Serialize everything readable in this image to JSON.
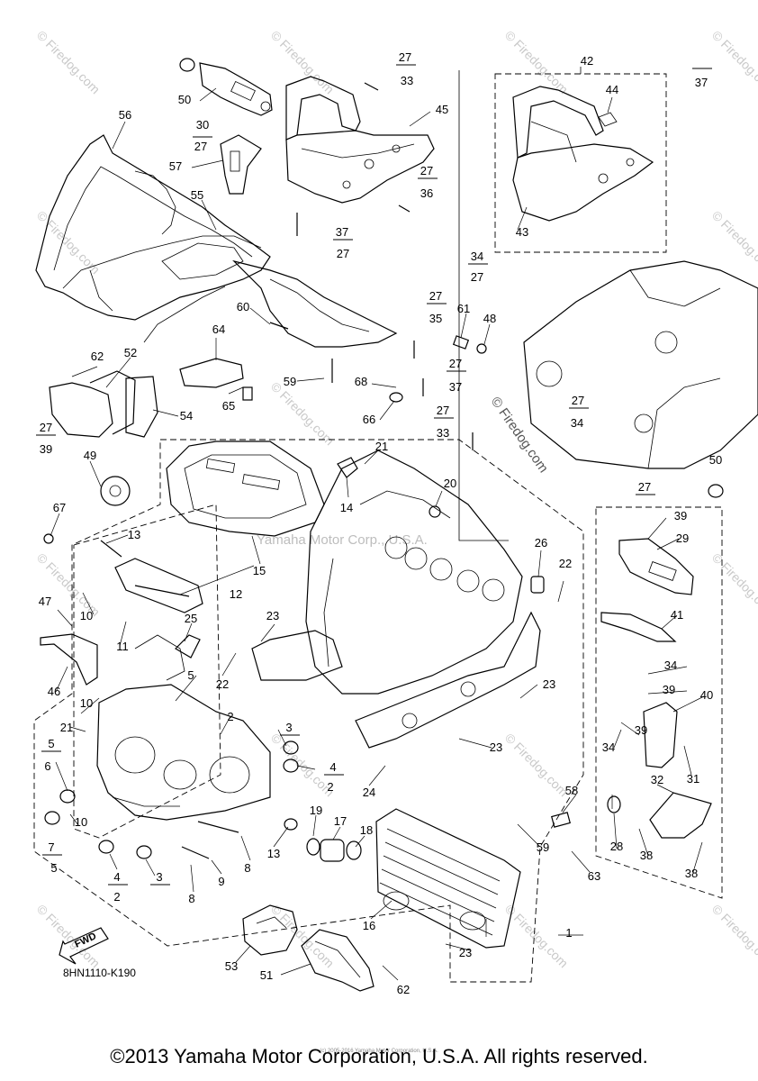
{
  "diagram": {
    "drawing_code": "8HN1110-K190",
    "fwd_label": "FWD",
    "watermark_text": "© Firedog.com",
    "center_watermark": "Yamaha Motor Corp., U.S.A.",
    "footer": "©2013 Yamaha Motor Corporation, U.S.A. All rights reserved.",
    "small_copyright": "(c) 2005-2016 Yamaha Motor Corporation, U.S.A."
  },
  "callouts": [
    {
      "id": "1",
      "text": "1"
    },
    {
      "id": "2a",
      "text": "2"
    },
    {
      "id": "2b",
      "text": "2"
    },
    {
      "id": "2c",
      "text": "2"
    },
    {
      "id": "3a",
      "text": "3"
    },
    {
      "id": "3b",
      "text": "3"
    },
    {
      "id": "4a",
      "text": "4"
    },
    {
      "id": "4b",
      "text": "4"
    },
    {
      "id": "5a",
      "text": "5"
    },
    {
      "id": "5b",
      "text": "5"
    },
    {
      "id": "5c",
      "text": "5"
    },
    {
      "id": "6",
      "text": "6"
    },
    {
      "id": "7",
      "text": "7"
    },
    {
      "id": "8a",
      "text": "8"
    },
    {
      "id": "8b",
      "text": "8"
    },
    {
      "id": "9",
      "text": "9"
    },
    {
      "id": "10a",
      "text": "10"
    },
    {
      "id": "10b",
      "text": "10"
    },
    {
      "id": "10c",
      "text": "10"
    },
    {
      "id": "11",
      "text": "11"
    },
    {
      "id": "12",
      "text": "12"
    },
    {
      "id": "13a",
      "text": "13"
    },
    {
      "id": "13b",
      "text": "13"
    },
    {
      "id": "14",
      "text": "14"
    },
    {
      "id": "15",
      "text": "15"
    },
    {
      "id": "16",
      "text": "16"
    },
    {
      "id": "17",
      "text": "17"
    },
    {
      "id": "18",
      "text": "18"
    },
    {
      "id": "19",
      "text": "19"
    },
    {
      "id": "20",
      "text": "20"
    },
    {
      "id": "21a",
      "text": "21"
    },
    {
      "id": "21b",
      "text": "21"
    },
    {
      "id": "22a",
      "text": "22"
    },
    {
      "id": "22b",
      "text": "22"
    },
    {
      "id": "23a",
      "text": "23"
    },
    {
      "id": "23b",
      "text": "23"
    },
    {
      "id": "23c",
      "text": "23"
    },
    {
      "id": "23d",
      "text": "23"
    },
    {
      "id": "24",
      "text": "24"
    },
    {
      "id": "25",
      "text": "25"
    },
    {
      "id": "26",
      "text": "26"
    },
    {
      "id": "27a",
      "text": "27"
    },
    {
      "id": "27b",
      "text": "27"
    },
    {
      "id": "27c",
      "text": "27"
    },
    {
      "id": "27d",
      "text": "27"
    },
    {
      "id": "27e",
      "text": "27"
    },
    {
      "id": "27f",
      "text": "27"
    },
    {
      "id": "27g",
      "text": "27"
    },
    {
      "id": "27h",
      "text": "27"
    },
    {
      "id": "27i",
      "text": "27"
    },
    {
      "id": "27j",
      "text": "27"
    },
    {
      "id": "27k",
      "text": "27"
    },
    {
      "id": "28",
      "text": "28"
    },
    {
      "id": "29",
      "text": "29"
    },
    {
      "id": "30",
      "text": "30"
    },
    {
      "id": "31",
      "text": "31"
    },
    {
      "id": "32",
      "text": "32"
    },
    {
      "id": "33a",
      "text": "33"
    },
    {
      "id": "33b",
      "text": "33"
    },
    {
      "id": "34a",
      "text": "34"
    },
    {
      "id": "34b",
      "text": "34"
    },
    {
      "id": "34c",
      "text": "34"
    },
    {
      "id": "34d",
      "text": "34"
    },
    {
      "id": "35",
      "text": "35"
    },
    {
      "id": "36",
      "text": "36"
    },
    {
      "id": "37a",
      "text": "37"
    },
    {
      "id": "37b",
      "text": "37"
    },
    {
      "id": "37c",
      "text": "37"
    },
    {
      "id": "38a",
      "text": "38"
    },
    {
      "id": "38b",
      "text": "38"
    },
    {
      "id": "39a",
      "text": "39"
    },
    {
      "id": "39b",
      "text": "39"
    },
    {
      "id": "39c",
      "text": "39"
    },
    {
      "id": "39d",
      "text": "39"
    },
    {
      "id": "40",
      "text": "40"
    },
    {
      "id": "41",
      "text": "41"
    },
    {
      "id": "42",
      "text": "42"
    },
    {
      "id": "43",
      "text": "43"
    },
    {
      "id": "44",
      "text": "44"
    },
    {
      "id": "45",
      "text": "45"
    },
    {
      "id": "46",
      "text": "46"
    },
    {
      "id": "47",
      "text": "47"
    },
    {
      "id": "48",
      "text": "48"
    },
    {
      "id": "49",
      "text": "49"
    },
    {
      "id": "50a",
      "text": "50"
    },
    {
      "id": "50b",
      "text": "50"
    },
    {
      "id": "51",
      "text": "51"
    },
    {
      "id": "52",
      "text": "52"
    },
    {
      "id": "53",
      "text": "53"
    },
    {
      "id": "54",
      "text": "54"
    },
    {
      "id": "55",
      "text": "55"
    },
    {
      "id": "56",
      "text": "56"
    },
    {
      "id": "57",
      "text": "57"
    },
    {
      "id": "58",
      "text": "58"
    },
    {
      "id": "59a",
      "text": "59"
    },
    {
      "id": "59b",
      "text": "59"
    },
    {
      "id": "60",
      "text": "60"
    },
    {
      "id": "61",
      "text": "61"
    },
    {
      "id": "62a",
      "text": "62"
    },
    {
      "id": "62b",
      "text": "62"
    },
    {
      "id": "63",
      "text": "63"
    },
    {
      "id": "64",
      "text": "64"
    },
    {
      "id": "65",
      "text": "65"
    },
    {
      "id": "66",
      "text": "66"
    },
    {
      "id": "67",
      "text": "67"
    },
    {
      "id": "68",
      "text": "68"
    }
  ]
}
